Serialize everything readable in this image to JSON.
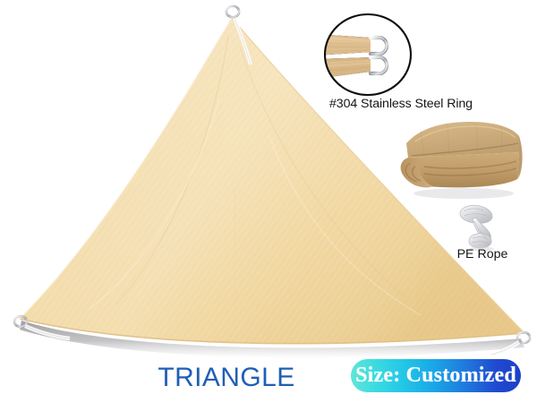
{
  "product": {
    "type": "sun-shade-sail",
    "shape_label": "TRIANGLE",
    "fabric_color_hex": "#f3dcae",
    "background_hex": "#ffffff"
  },
  "detail_callouts": [
    {
      "id": "steel-ring",
      "caption": "#304 Stainless Steel Ring",
      "icon": "d-ring-straps-circle-inset",
      "caption_color_hex": "#151515"
    },
    {
      "id": "folded-fabric",
      "caption": "",
      "icon": "folded-shade-fabric-stack"
    },
    {
      "id": "pe-rope",
      "caption": "PE Rope",
      "icon": "coiled-rope-bundle",
      "caption_color_hex": "#151515"
    }
  ],
  "labels": {
    "shape": "TRIANGLE",
    "shape_color_hex": "#1f5fb5",
    "size_badge": "Size: Customized",
    "size_badge_text_color_hex": "#ffffff",
    "size_badge_gradient_start_hex": "#5fe6d8",
    "size_badge_gradient_end_hex": "#1d3fc9"
  },
  "hardware": {
    "corner_ring_count": 3,
    "ring_material": "#304 Stainless Steel",
    "rope_material": "PE"
  }
}
